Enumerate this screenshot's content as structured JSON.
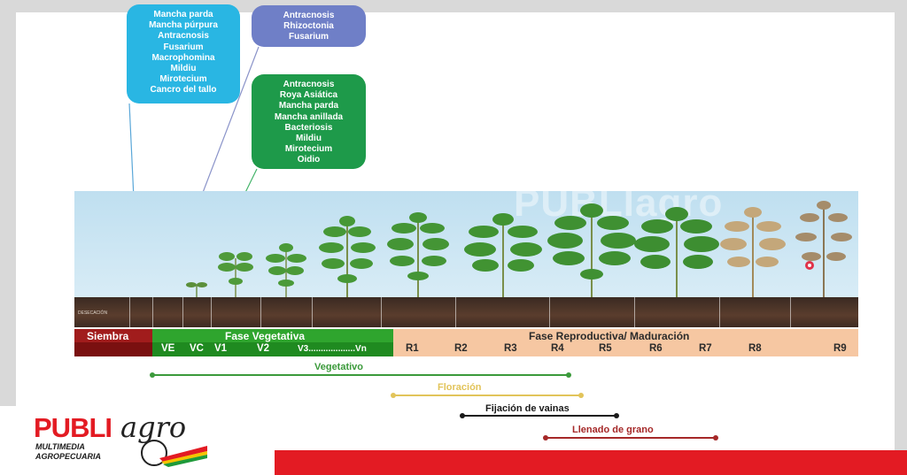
{
  "boxes": {
    "cyan": {
      "color": "#29b6e3",
      "lines": [
        "Mancha parda",
        "Mancha púrpura",
        "Antracnosis",
        "Fusarium",
        "Macrophomina",
        "Mildiu",
        "Mirotecium",
        "Cancro del tallo"
      ]
    },
    "blue": {
      "color": "#6f7fc7",
      "lines": [
        "Antracnosis",
        "Rhizoctonia",
        "Fusarium"
      ]
    },
    "green": {
      "color": "#1e9a4a",
      "lines": [
        "Antracnosis",
        "Roya Asiática",
        "Mancha parda",
        "Mancha anillada",
        "Bacteriosis",
        "Mildiu",
        "Mirotecium",
        "Oidio"
      ]
    }
  },
  "watermark": "PUBLIagro",
  "soil_label": "DESECACIÓN",
  "phases": {
    "siembra": "Siembra",
    "vegetativa": "Fase Vegetativa",
    "reproductiva": "Fase Reproductiva/ Maduración"
  },
  "stages": {
    "vegetative": [
      "VE",
      "VC",
      "V1",
      "V2",
      "V3...................Vn"
    ],
    "reproductive": [
      "R1",
      "R2",
      "R3",
      "R4",
      "R5",
      "R6",
      "R7",
      "R8",
      "R9"
    ]
  },
  "period_lines": [
    {
      "label": "Vegetativo",
      "color": "#3b9a3b"
    },
    {
      "label": "Floración",
      "color": "#e2c45a"
    },
    {
      "label": "Fijación de vainas",
      "color": "#1a1a1a"
    },
    {
      "label": "Llenado de grano",
      "color": "#a52828"
    }
  ],
  "logo": {
    "publi": "PUBLI",
    "agro": "agro",
    "sub1": "MULTIMEDIA",
    "sub2": "AGROPECUARIA",
    "red": "#e31b23"
  }
}
